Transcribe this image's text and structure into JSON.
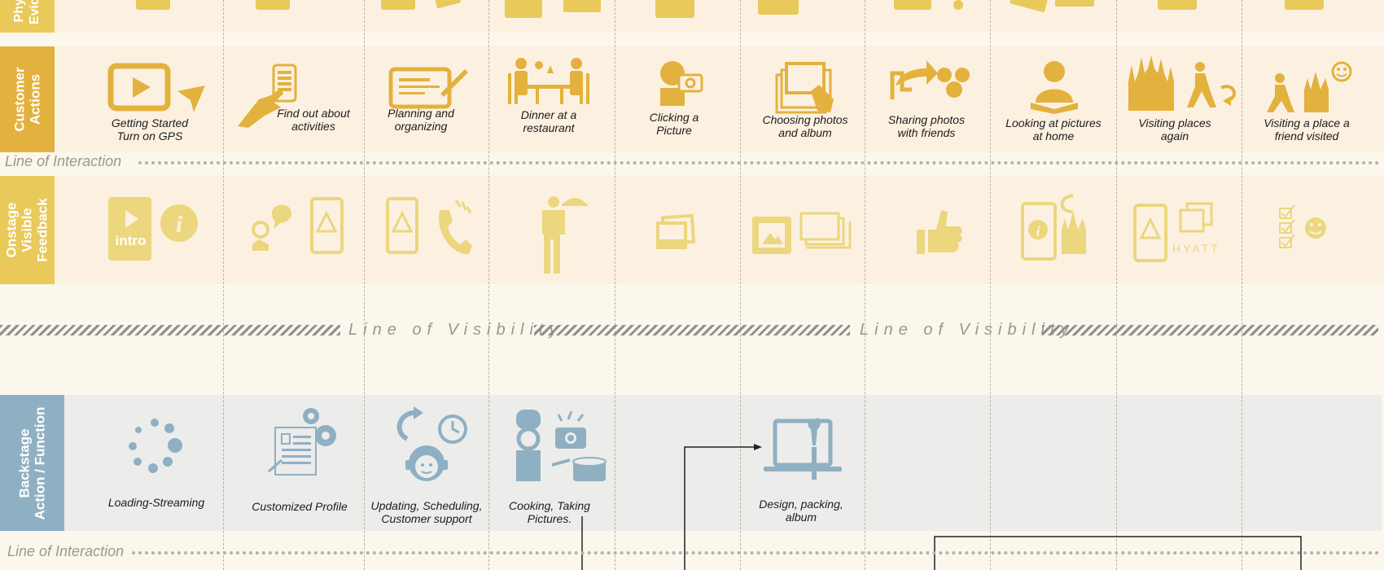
{
  "rows": {
    "evidence": "Physical\nEvidence",
    "customer": "Customer\nActions",
    "onstage": "Onstage\nVisible\nFeedback",
    "backstage": "Backstage\nAction / Function"
  },
  "lines": {
    "interaction_top": "Line of Interaction",
    "visibility_left": "Line of Visibility",
    "visibility_right": "Line of Visibility",
    "interaction_bottom": "Line of Interaction"
  },
  "customer_actions": [
    "Getting Started\nTurn on GPS",
    "Find out about\nactivities",
    "Planning and\norganizing",
    "Dinner at a\nrestaurant",
    "Clicking a\nPicture",
    "Choosing photos\nand album",
    "Sharing photos\nwith friends",
    "Looking at pictures\nat home",
    "Visiting places\nagain",
    "Visiting a place a\nfriend visited"
  ],
  "onstage_text": {
    "intro": "intro",
    "hyatt": "HYATT"
  },
  "backstage_actions": [
    "Loading-Streaming",
    "Customized Profile",
    "Updating, Scheduling,\nCustomer support",
    "Cooking, Taking\nPictures.",
    "Design, packing,\nalbum"
  ],
  "colors": {
    "customer_label": "#e3b13d",
    "onstage_label": "#e8c95a",
    "backstage_label": "#8fb0c3",
    "customer_icon": "#e3b13d",
    "onstage_icon": "#ecd67e",
    "backstage_icon": "#8fb0c3"
  }
}
